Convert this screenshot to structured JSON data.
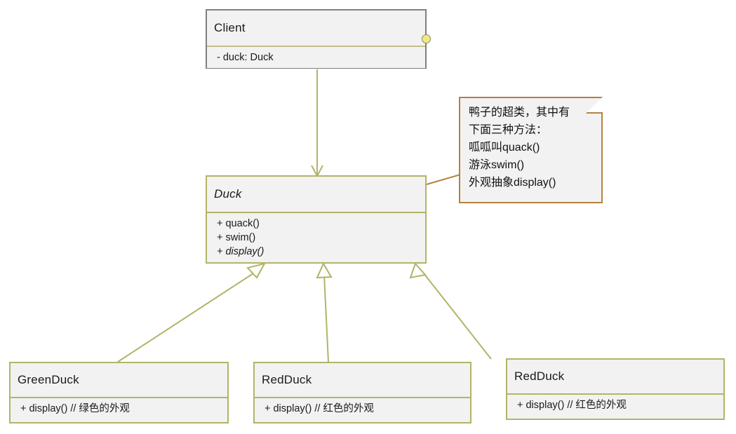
{
  "diagram": {
    "title": "Duck UML class diagram",
    "background_color": "#ffffff",
    "colors": {
      "class_fill": "#f2f2f2",
      "client_border": "#808080",
      "olive_border": "#b2b467",
      "note_border": "#b5813f",
      "connector": "#b2b467",
      "note_connector": "#b5813f",
      "anchor_handle": "#f3e97f"
    }
  },
  "classes": {
    "client": {
      "name": "Client",
      "abstract": false,
      "members": [
        {
          "text": "- duck: Duck",
          "abstract": false
        }
      ]
    },
    "duck": {
      "name": "Duck",
      "abstract": true,
      "members": [
        {
          "text": "+ quack()",
          "abstract": false
        },
        {
          "text": "+ swim()",
          "abstract": false
        },
        {
          "text": "+ display()",
          "abstract": true
        }
      ]
    },
    "green_duck": {
      "name": "GreenDuck",
      "abstract": false,
      "members": [
        {
          "text": "+ display() // 绿色的外观",
          "abstract": false
        }
      ]
    },
    "red_duck_middle": {
      "name": "RedDuck",
      "abstract": false,
      "members": [
        {
          "text": "+ display() // 红色的外观",
          "abstract": false
        }
      ]
    },
    "red_duck_right": {
      "name": "RedDuck",
      "abstract": false,
      "members": [
        {
          "text": "+ display() // 红色的外观",
          "abstract": false
        }
      ]
    }
  },
  "note": {
    "lines": [
      "鸭子的超类，其中有",
      "下面三种方法：",
      "呱呱叫quack()",
      "游泳swim()",
      "外观抽象display()"
    ]
  },
  "relationships": [
    {
      "type": "association",
      "from": "Client",
      "to": "Duck",
      "arrowhead": "open"
    },
    {
      "type": "generalization",
      "from": "GreenDuck",
      "to": "Duck",
      "arrowhead": "hollow-triangle"
    },
    {
      "type": "generalization",
      "from": "RedDuck",
      "to": "Duck",
      "arrowhead": "hollow-triangle"
    },
    {
      "type": "generalization",
      "from": "RedDuck",
      "to": "Duck",
      "arrowhead": "hollow-triangle"
    },
    {
      "type": "note-link",
      "from": "note",
      "to": "Duck",
      "arrowhead": "none"
    }
  ]
}
